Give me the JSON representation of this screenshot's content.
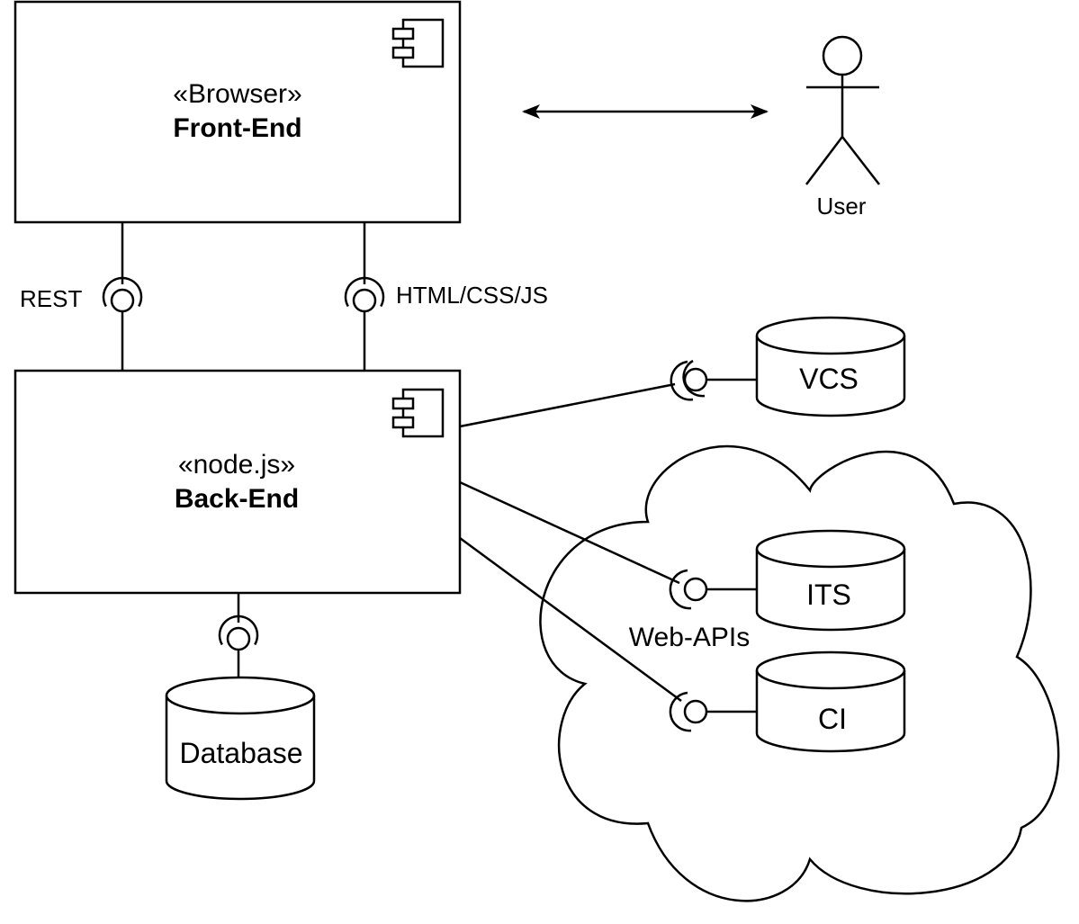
{
  "components": {
    "frontend": {
      "stereotype": "«Browser»",
      "name": "Front-End"
    },
    "backend": {
      "stereotype": "«node.js»",
      "name": "Back-End"
    }
  },
  "actor": {
    "name": "User"
  },
  "interfaces": {
    "rest": "REST",
    "web_assets": "HTML/CSS/JS",
    "web_apis": "Web-APIs"
  },
  "datastores": {
    "database": "Database",
    "vcs": "VCS",
    "its": "ITS",
    "ci": "CI"
  },
  "icons": {
    "component": "component-icon",
    "actor": "stick-figure-icon",
    "cloud": "cloud-icon"
  },
  "colors": {
    "stroke": "#000000",
    "background": "#ffffff"
  }
}
